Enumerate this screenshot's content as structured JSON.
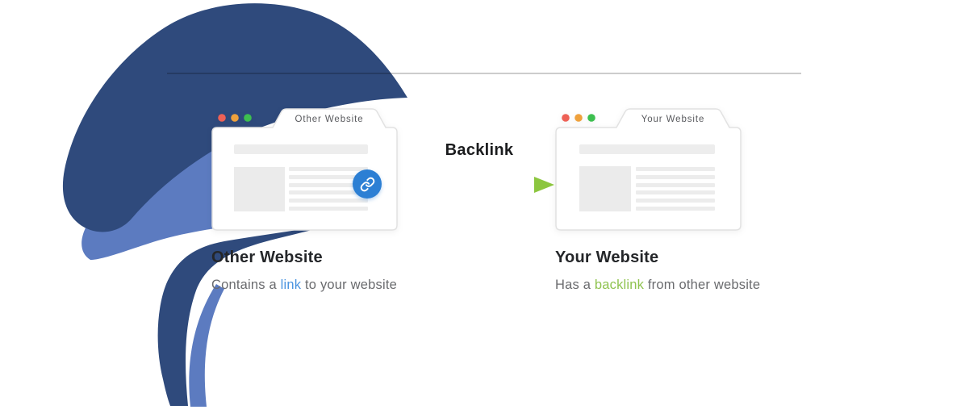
{
  "traffic_lights": [
    "#EE6156",
    "#EFA13C",
    "#3DBF4F"
  ],
  "decor": {
    "swirl_dark_blue": "#2F4A7C",
    "swirl_light_blue": "#5C7BC0",
    "divider_color": "#CBCBCB"
  },
  "connector": {
    "label": "Backlink",
    "gradient_start": "#3A7BD5",
    "gradient_end": "#8CC63F"
  },
  "left_window": {
    "tab_title": "Other Website",
    "heading": "Other Website",
    "caption": {
      "prefix": "Contains a ",
      "keyword": "link",
      "suffix": " to your website",
      "keyword_color": "#4A94E0"
    },
    "link_button_color": "#2C7FD4"
  },
  "right_window": {
    "tab_title": "Your Website",
    "heading": "Your Website",
    "caption": {
      "prefix": "Has a ",
      "keyword": "backlink",
      "suffix": " from other website",
      "keyword_color": "#8FC34F"
    }
  }
}
